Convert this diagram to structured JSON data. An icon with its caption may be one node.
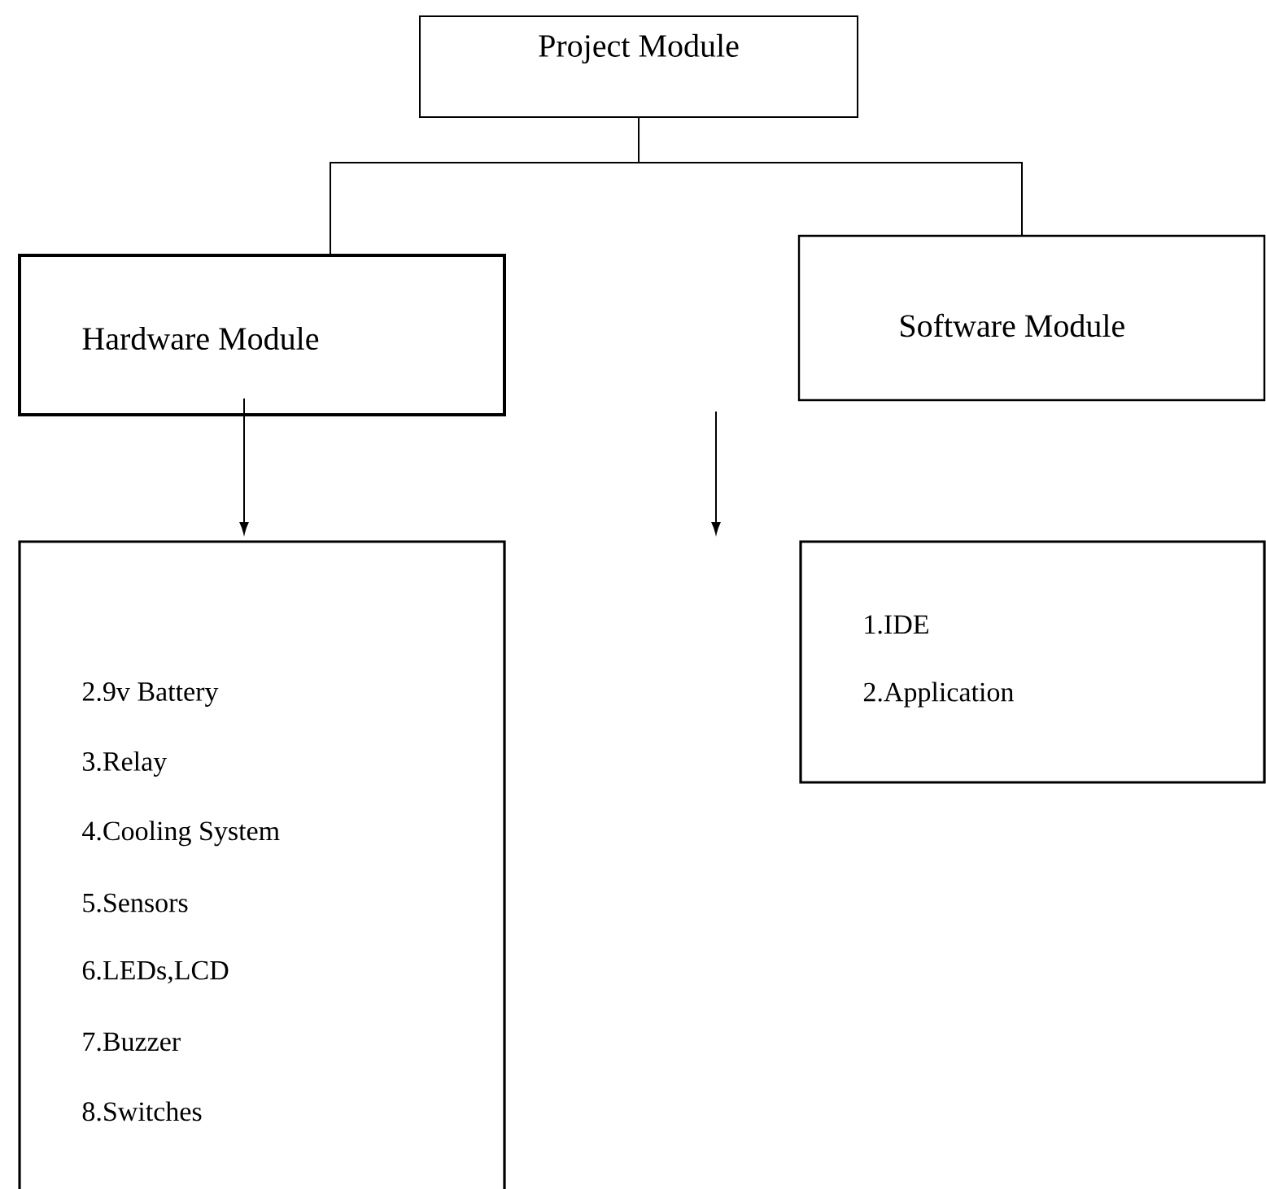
{
  "diagram": {
    "nodes": [
      {
        "text": [
          "Project Module"
        ]
      },
      {
        "text": [
          "Hardware Module"
        ]
      },
      {
        "text": [
          "Software Module"
        ]
      },
      {
        "text": [
          "2.9v Battery",
          "3.Relay",
          "4.Cooling System",
          "5.Sensors",
          "6.LEDs,LCD",
          "7.Buzzer",
          "8.Switches"
        ]
      },
      {
        "text": [
          "1.IDE",
          "2.Application"
        ]
      }
    ],
    "edges": [
      {
        "from": 0,
        "to": 1,
        "arrow": "none"
      },
      {
        "from": 0,
        "to": 2,
        "arrow": "none"
      },
      {
        "from": 1,
        "to": 3,
        "arrow": "to"
      },
      {
        "from": 2,
        "to": 4,
        "arrow": "to"
      }
    ]
  }
}
